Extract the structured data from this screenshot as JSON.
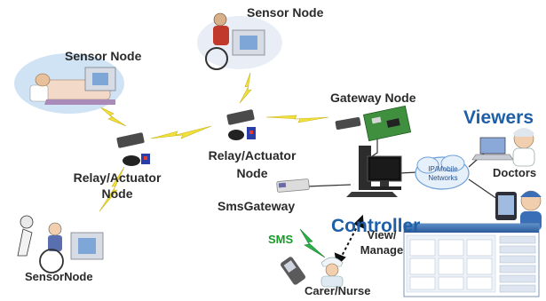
{
  "labels": {
    "sensor_node_top": "Sensor Node",
    "sensor_node_left": "Sensor Node",
    "relay_left_line1": "Relay/Actuator",
    "relay_left_line2": "Node",
    "relay_center_line1": "Relay/Actuator",
    "relay_center_line2": "Node",
    "gateway_node": "Gateway Node",
    "sms_gateway": "SmsGateway",
    "controller": "Controller",
    "viewers": "Viewers",
    "doctors": "Doctors",
    "network_line1": "IP/Mobile",
    "network_line2": "Networks",
    "sms": "SMS",
    "view_manage_line1": "View/",
    "view_manage_line2": "Manage",
    "carer_nurse": "Carer/Nurse",
    "sensor_node_bottom": "SensorNode"
  },
  "colors": {
    "zigbee_link": "#f2e13a",
    "sms_link": "#2bb34a",
    "wired_link": "#333333",
    "controller_text": "#1f5fa8",
    "viewers_text": "#1f5fa8",
    "network_cloud": "#9fc2e8"
  },
  "icons": {
    "patient_bed": "patient-in-bed-icon",
    "patient_wheelchair": "patient-in-wheelchair-icon",
    "relay_device": "relay-device-icon",
    "gateway_board": "gateway-board-icon",
    "controller_pc": "desktop-computer-icon",
    "doctor": "doctor-icon",
    "nurse": "nurse-icon",
    "mobile_phone": "mobile-phone-icon",
    "management_screen": "management-system-screenshot"
  }
}
